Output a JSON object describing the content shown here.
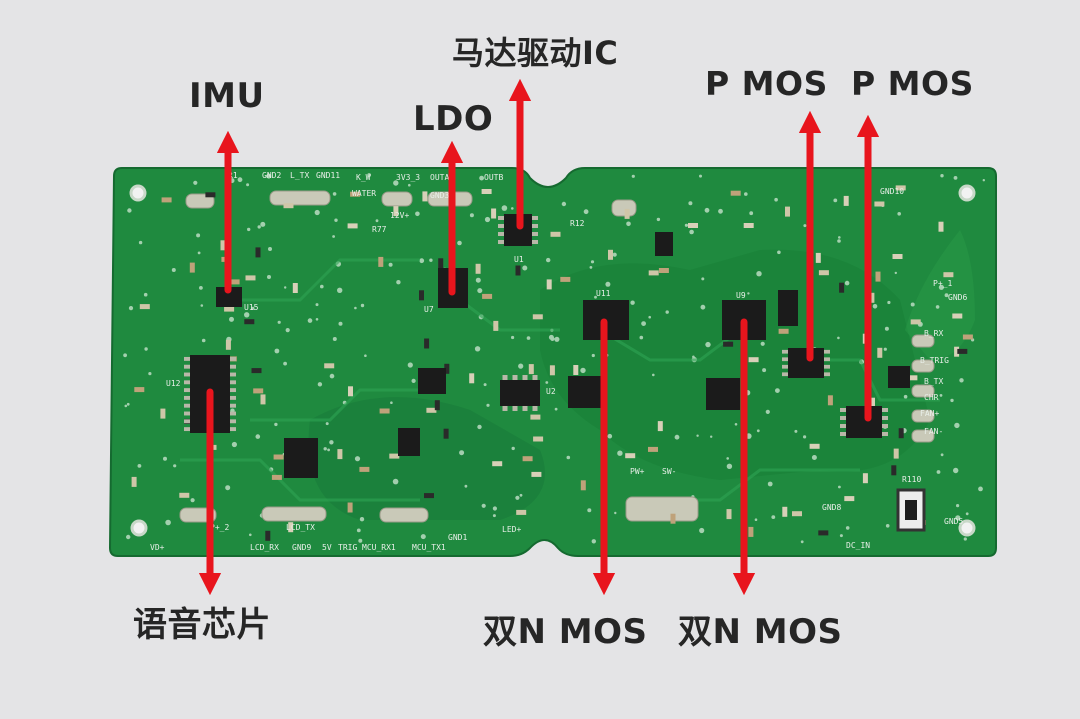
{
  "labels": {
    "imu": "IMU",
    "ldo": "LDO",
    "motor_driver_ic": "马达驱动IC",
    "p_mos_1": "P MOS",
    "p_mos_2": "P MOS",
    "voice_chip": "语音芯片",
    "dual_n_mos_1": "双N MOS",
    "dual_n_mos_2": "双N MOS"
  },
  "silkscreen": {
    "r1": "R1",
    "gnd2": "GND2",
    "l_tx": "L_TX",
    "gnd11": "GND11",
    "k_w": "K_W",
    "v3v3_3": "3V3_3",
    "outa": "OUTA",
    "outb": "OUTB",
    "gnd10": "GND10",
    "gnd6": "GND6",
    "p_plus_1": "P+_1",
    "r12": "R12",
    "r77": "R77",
    "water": "WATER",
    "v12": "12V+",
    "u15": "U15",
    "u12": "U12",
    "u7": "U7",
    "u11": "U11",
    "u9": "U9",
    "u1": "U1",
    "u2": "U2",
    "b_rx": "B_RX",
    "b_trig": "B_TRIG",
    "b_tx": "B_TX",
    "chr": "CHR",
    "fan_plus": "FAN+",
    "fan_minus": "FAN-",
    "r110": "R110",
    "gnd5": "GND5",
    "dc_in": "DC_IN",
    "gnd8": "GND8",
    "vd_plus": "VD+",
    "lcd_tx": "LCD_TX",
    "lcd_rx": "LCD_RX",
    "gnd9": "GND9",
    "v5": "5V",
    "trig": "TRIG",
    "mcu_rx1": "MCU_RX1",
    "mcu_tx1": "MCU_TX1",
    "gnd1": "GND1",
    "led_plus": "LED+",
    "sw_minus": "SW-",
    "pw_plus": "PW+",
    "p_plus_2": "P+_2",
    "gnd3": "GND3"
  },
  "colors": {
    "background": "#e4e4e6",
    "board": "#1f8a3f",
    "board_dark": "#177233",
    "arrow": "#e8151d",
    "label_text": "#262626",
    "chip": "#1b1b1b",
    "silkscreen": "#e8efe8"
  }
}
